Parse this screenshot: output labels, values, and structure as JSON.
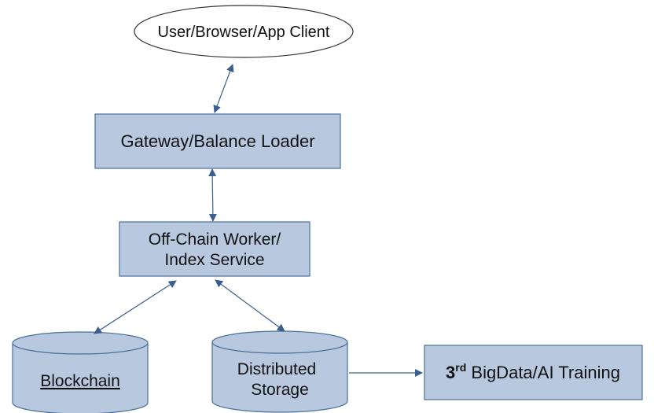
{
  "nodes": {
    "client": {
      "label": "User/Browser/App Client"
    },
    "gateway": {
      "label": "Gateway/Balance Loader"
    },
    "worker": {
      "line1": "Off-Chain Worker/",
      "line2": "Index Service"
    },
    "blockchain": {
      "label": "Blockchain"
    },
    "storage": {
      "line1": "Distributed",
      "line2": "Storage"
    },
    "bigdata": {
      "prefix": "3",
      "superscript": "rd",
      "label": " BigData/AI Training"
    }
  },
  "colors": {
    "box_fill": "#b8c8de",
    "box_stroke": "#4a6e9a",
    "arrow": "#3a5f8f"
  }
}
